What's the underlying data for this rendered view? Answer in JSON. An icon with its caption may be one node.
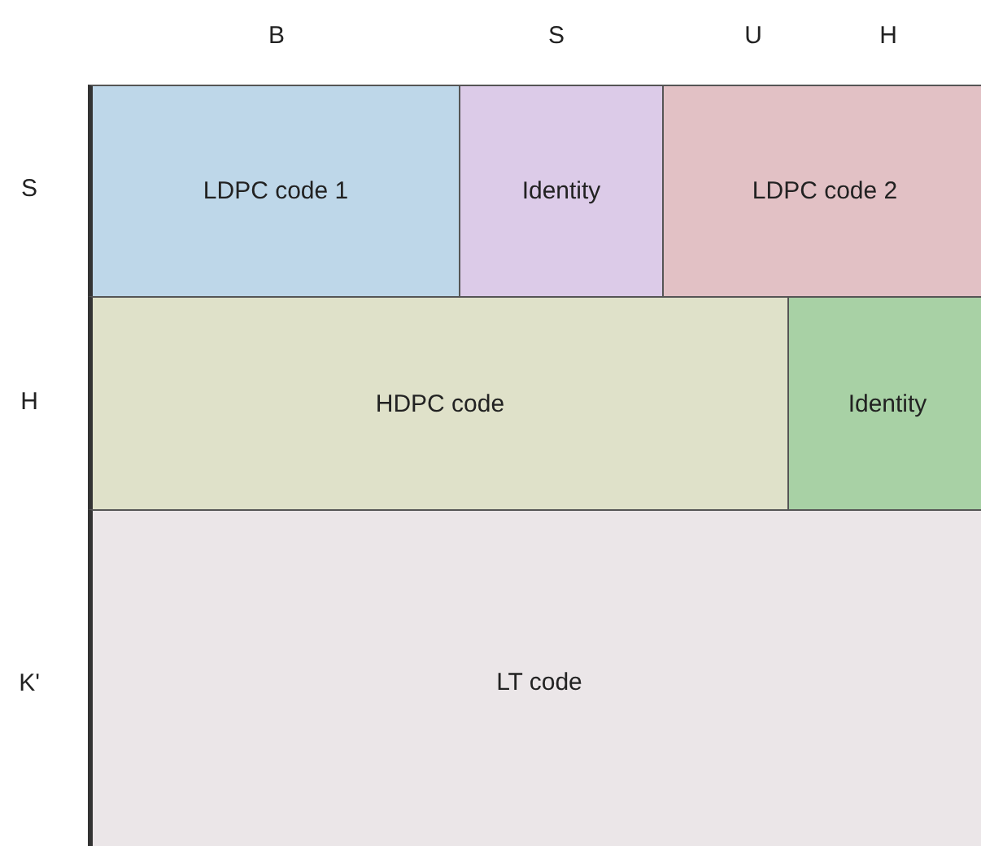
{
  "diagram": {
    "nodes": [
      {
        "text": [
          "LDPC code 1"
        ]
      },
      {
        "text": [
          "Identity"
        ]
      },
      {
        "text": [
          "LDPC code 2"
        ]
      },
      {
        "text": [
          "HDPC code"
        ]
      },
      {
        "text": [
          "Identity"
        ]
      },
      {
        "text": [
          "LT code"
        ]
      }
    ],
    "edges": [],
    "labels": [
      "B",
      "S",
      "U",
      "H",
      "S",
      "H",
      "K'"
    ]
  }
}
